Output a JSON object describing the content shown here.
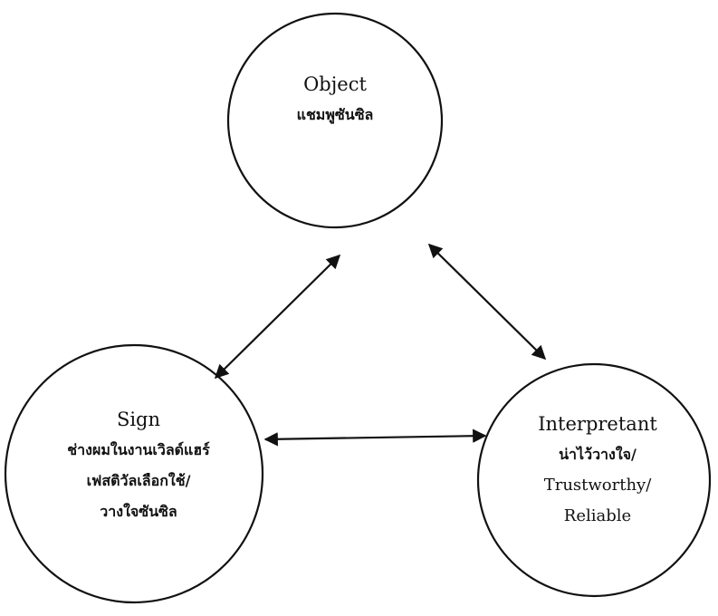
{
  "diagram": {
    "nodes": {
      "object": {
        "title": "Object",
        "lines": [
          "แชมพูซันซิล"
        ]
      },
      "sign": {
        "title": "Sign",
        "lines": [
          "ช่างผมในงานเวิลด์แฮร์",
          "เฟสติวัลเลือกใช้/",
          "วางใจซันซิล"
        ]
      },
      "interpretant": {
        "title": "Interpretant",
        "lines": [
          "น่าไว้วางใจ/",
          "Trustworthy/",
          "Reliable"
        ]
      }
    },
    "edges": [
      {
        "from": "object",
        "to": "sign",
        "type": "bidirectional"
      },
      {
        "from": "object",
        "to": "interpretant",
        "type": "bidirectional"
      },
      {
        "from": "sign",
        "to": "interpretant",
        "type": "bidirectional"
      }
    ],
    "colors": {
      "stroke": "#111111",
      "background": "#ffffff"
    }
  }
}
